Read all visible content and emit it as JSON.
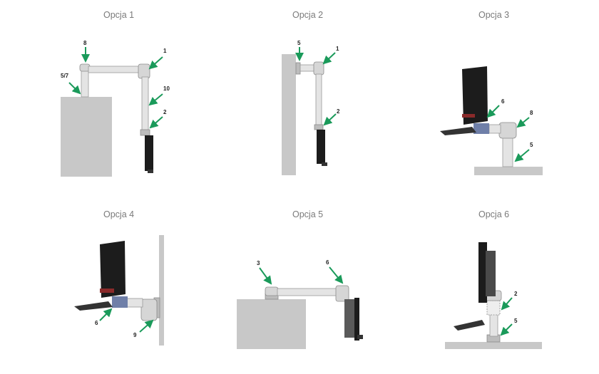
{
  "options": [
    {
      "title": "Opcja 1",
      "labels": [
        "8",
        "1",
        "5/7",
        "10",
        "2"
      ]
    },
    {
      "title": "Opcja 2",
      "labels": [
        "5",
        "1",
        "2"
      ]
    },
    {
      "title": "Opcja 3",
      "labels": [
        "6",
        "8",
        "5"
      ]
    },
    {
      "title": "Opcja 4",
      "labels": [
        "6",
        "9"
      ]
    },
    {
      "title": "Opcja 5",
      "labels": [
        "3",
        "6"
      ]
    },
    {
      "title": "Opcja 6",
      "labels": [
        "2",
        "5"
      ]
    }
  ],
  "colors": {
    "arrow": "#1a9a5a",
    "furniture": "#c8c8c8",
    "pipe": "#e4e4e4",
    "pipe_stroke": "#9a9a9a",
    "screen": "#1c1c1c",
    "mount": "#6f7fa8"
  },
  "icons": {
    "arrow": "green-arrow",
    "device": "monitor-icon"
  }
}
